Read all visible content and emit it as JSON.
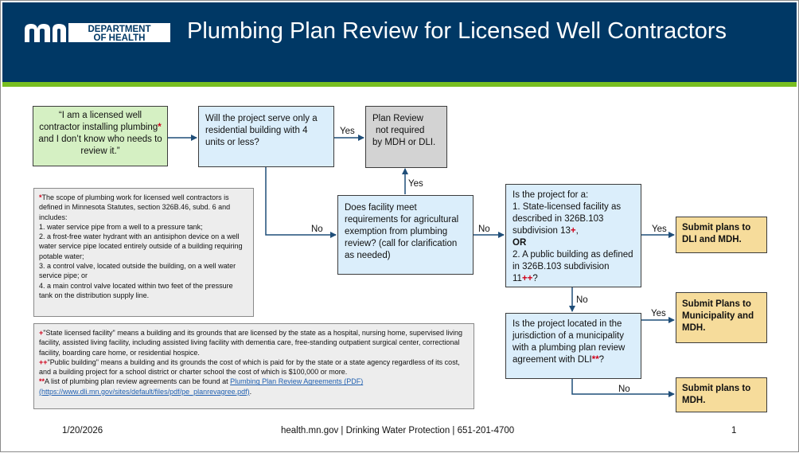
{
  "header": {
    "logo_line1": "DEPARTMENT",
    "logo_line2": "OF HEALTH",
    "title": "Plumbing Plan Review for Licensed Well Contractors"
  },
  "flow": {
    "start": {
      "part1": "“I am a licensed well contractor installing plumbing",
      "marker": "*",
      "part2": " and I don’t know who needs to review it.”"
    },
    "q_residential": "Will the project serve only a residential building with 4 units or less?",
    "plan_review_not_required": {
      "line1": "Plan Review",
      "line2": "not required",
      "line3": "by MDH or DLI."
    },
    "q_agricultural": "Does facility meet requirements for agricultural exemption from plumbing review? (call for clarification as needed)",
    "q_project_for": {
      "intro": "Is the project for a:",
      "opt1": "1.  State-licensed facility as described in 326B.103 subdivision 13",
      "opt1_marker": "+",
      "opt1_end": ",",
      "or": "OR",
      "opt2": "2.  A public building as defined in 326B.103 subdivision 11",
      "opt2_marker": "++",
      "opt2_end": "?"
    },
    "q_municipality": {
      "text": "Is the project located in the jurisdiction of a municipality with a plumbing plan review agreement with DLI",
      "marker": "**",
      "end": "?"
    },
    "submit_dli_mdh": "Submit plans to DLI and MDH.",
    "submit_municipality_mdh": "Submit Plans to Municipality and MDH.",
    "submit_mdh": "Submit plans to MDH.",
    "labels": {
      "yes": "Yes",
      "no": "No"
    }
  },
  "notes": {
    "scope": {
      "marker": "*",
      "intro": "The scope of plumbing work for licensed well contractors is defined in Minnesota Statutes, section 326B.46, subd. 6 and includes:",
      "items": [
        "1. water service pipe from a well to a pressure tank;",
        "2. a frost-free water hydrant with an antisiphon device on a well water service pipe located entirely outside of a building requiring potable water;",
        "3. a control valve, located outside the building, on a well water service pipe; or",
        "4. a main control valve located within two feet of the pressure tank on the distribution supply line."
      ]
    },
    "definitions": {
      "plus_marker": "+",
      "plus_text": "\"State licensed facility\" means a building and its grounds that are licensed by the state as a hospital, nursing home, supervised living facility, assisted living facility, including assisted living facility with dementia care, free-standing outpatient surgical center, correctional facility, boarding care home, or residential hospice.",
      "pp_marker": "++",
      "pp_text": "\"Public building\" means a building and its grounds the cost of which is paid for by the state or a state agency regardless of its cost, and a building project for a school district or charter school the cost of which is $100,000 or more.",
      "ss_marker": "**",
      "ss_text": "A list of plumbing plan review agreements can be found at ",
      "ss_link": "Plumbing Plan Review Agreements (PDF)",
      "ss_url": "(https://www.dli.mn.gov/sites/default/files/pdf/pe_planrevagree.pdf)",
      "ss_end": "."
    }
  },
  "footer": {
    "date": "1/20/2026",
    "center": "health.mn.gov | Drinking Water Protection | 651-201-4700",
    "page": "1"
  },
  "colors": {
    "header_bg": "#003865",
    "accent_green": "#78be20",
    "box_blue": "#dbeefb",
    "box_green": "#d5f0c3",
    "box_gray": "#d3d3d3",
    "box_tan": "#f6dc9b",
    "note_bg": "#ededed",
    "marker_red": "#d0021b"
  }
}
